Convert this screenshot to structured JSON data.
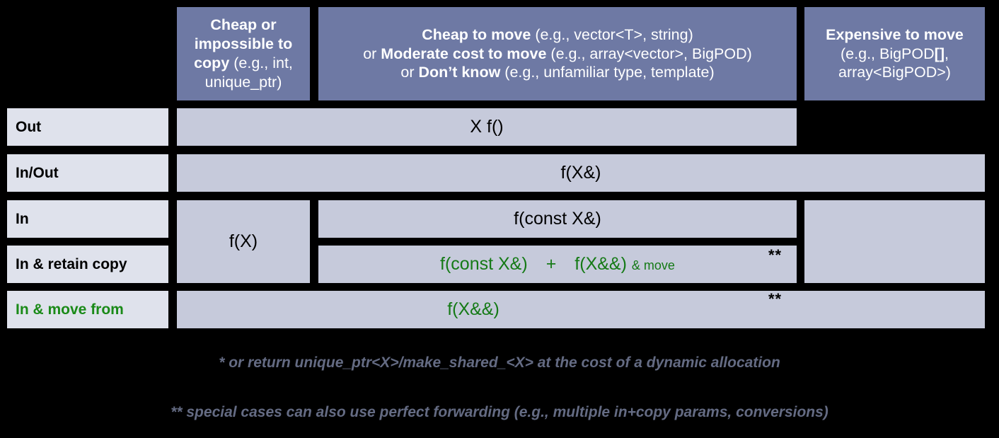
{
  "title": "C++ parameter passing guidelines table",
  "header": {
    "corner_label": "",
    "columns": [
      {
        "id": "cheap-or-impossible-to-copy",
        "bold_1": "Cheap or impossible to copy",
        "rest_1": " (e.g., int, unique_ptr)"
      },
      {
        "id": "cheap-to-move",
        "line1_bold": "Cheap to move",
        "line1_rest": " (e.g., vector<T>, string)",
        "line2_prefix": "or ",
        "line2_bold": "Moderate cost to move",
        "line2_rest": " (e.g., array<vector>, BigPOD)",
        "line3_prefix": "or ",
        "line3_bold": "Don’t know",
        "line3_rest": " (e.g., unfamiliar type, template)"
      },
      {
        "id": "expensive-to-move",
        "line1_bold": "Expensive to move",
        "line2": "(e.g., BigPOD",
        "line2_bold": "[]",
        "line2_tail": ",",
        "line3": "array<BigPOD>)"
      }
    ]
  },
  "rows": [
    {
      "id": "out",
      "label": "Out",
      "label_color": "black"
    },
    {
      "id": "in-out",
      "label": "In/Out",
      "label_color": "black"
    },
    {
      "id": "in",
      "label": "In",
      "label_color": "black"
    },
    {
      "id": "in-retain-copy",
      "label": "In & retain copy",
      "label_color": "black"
    },
    {
      "id": "in-move-from",
      "label": "In & move from",
      "label_color": "green"
    }
  ],
  "cells": {
    "out_wide": "X f()",
    "inout_wide": "f(X&)",
    "in_cheap_copy": "f(X)",
    "in_const_ref": "f(const X&)",
    "retain_copy_a": "f(const X&)",
    "retain_copy_plus": "+",
    "retain_copy_b": "f(X&&)",
    "retain_copy_b_suffix": "& move",
    "move_from": "f(X&&)",
    "star_marker": "**"
  },
  "footnotes": [
    "* or return unique_ptr<X>/make_shared_<X> at the cost of a dynamic allocation",
    "** special cases can also use perfect forwarding (e.g., multiple in+copy params, conversions)"
  ],
  "colors": {
    "header_bg": "#6e79a4",
    "body_cell_bg": "#c6cadb",
    "row_label_bg": "#dfe2ec",
    "green_text": "#157a16",
    "footnote_text": "#646b83",
    "page_bg": "#000000"
  }
}
